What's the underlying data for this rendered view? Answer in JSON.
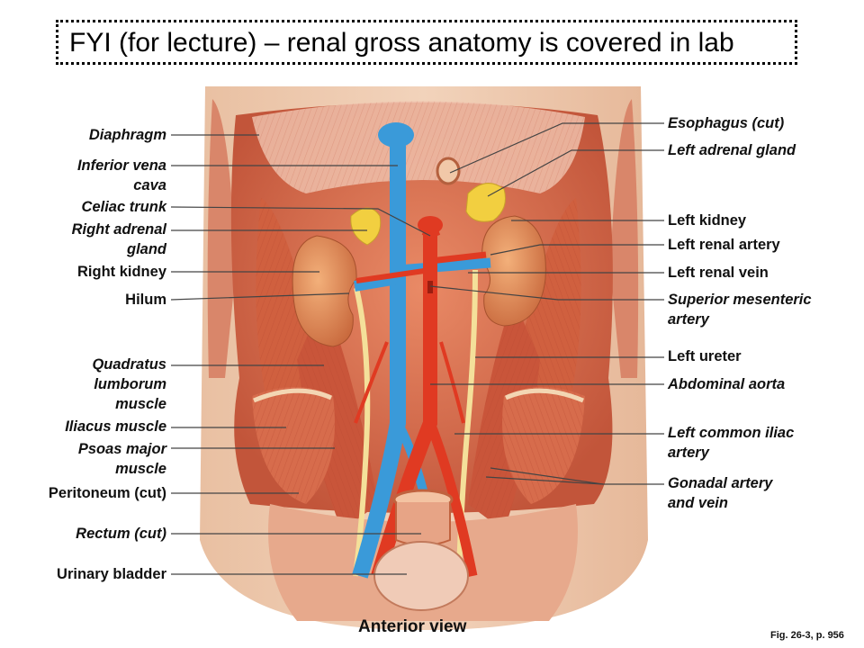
{
  "title": "FYI (for lecture) – renal gross anatomy is covered in lab",
  "left_labels": [
    {
      "text": "Diaphragm",
      "italic": true
    },
    {
      "text": "Inferior vena\ncava",
      "italic": true
    },
    {
      "text": "Celiac trunk",
      "italic": true
    },
    {
      "text": "Right adrenal\ngland",
      "italic": true
    },
    {
      "text": "Right kidney",
      "italic": false
    },
    {
      "text": "Hilum",
      "italic": false
    },
    {
      "text": "Quadratus\nlumborum\nmuscle",
      "italic": true
    },
    {
      "text": "Iliacus muscle",
      "italic": true
    },
    {
      "text": "Psoas major\nmuscle",
      "italic": true
    },
    {
      "text": "Peritoneum (cut)",
      "italic": false
    },
    {
      "text": "Rectum (cut)",
      "italic": true
    },
    {
      "text": "Urinary bladder",
      "italic": false
    }
  ],
  "right_labels": [
    {
      "text": "Esophagus (cut)",
      "italic": true
    },
    {
      "text": "Left adrenal gland",
      "italic": true
    },
    {
      "text": "Left kidney",
      "italic": false
    },
    {
      "text": "Left renal artery",
      "italic": false
    },
    {
      "text": "Left renal vein",
      "italic": false
    },
    {
      "text": "Superior mesenteric\nartery",
      "italic": true
    },
    {
      "text": "Left ureter",
      "italic": false
    },
    {
      "text": "Abdominal aorta",
      "italic": true
    },
    {
      "text": "Left common iliac\nartery",
      "italic": true
    },
    {
      "text": "Gonadal artery\nand vein",
      "italic": true
    }
  ],
  "view_label": "Anterior view",
  "figure_ref": "Fig. 26-3,  p. 956",
  "colors": {
    "vein": "#3a9ad9",
    "artery": "#e03a22",
    "muscle": "#d9694a",
    "kidney": "#d98a55",
    "adrenal": "#f2cf40",
    "ureter": "#f4e09a"
  }
}
